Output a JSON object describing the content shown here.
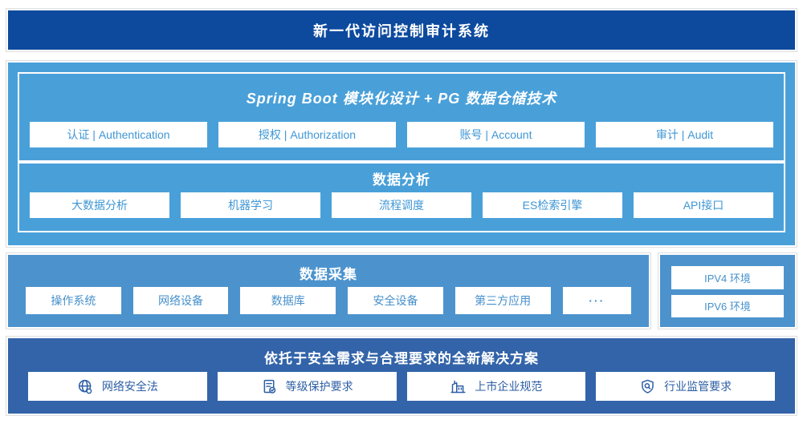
{
  "colors": {
    "banner_bg": "#0D4A9E",
    "platform_bg": "#49A0D9",
    "platform_box_text": "#3E96D5",
    "collection_bg": "#4C93CD",
    "collection_box_text": "#4690CB",
    "solution_bg": "#3364A9",
    "solution_box_text": "#2C5EA4",
    "box_bg": "#FFFFFF"
  },
  "banner": {
    "title": "新一代访问控制审计系统"
  },
  "platform": {
    "title": "Spring Boot 模块化设计 + PG 数据仓储技术",
    "modules": [
      {
        "label": "认证 | Authentication"
      },
      {
        "label": "授权 | Authorization"
      },
      {
        "label": "账号 | Account"
      },
      {
        "label": "审计 | Audit"
      }
    ],
    "analysis": {
      "title": "数据分析",
      "items": [
        {
          "label": "大数据分析"
        },
        {
          "label": "机器学习"
        },
        {
          "label": "流程调度"
        },
        {
          "label": "ES检索引擎"
        },
        {
          "label": "API接口"
        }
      ]
    }
  },
  "collection": {
    "title": "数据采集",
    "sources": [
      {
        "label": "操作系统"
      },
      {
        "label": "网络设备"
      },
      {
        "label": "数据库"
      },
      {
        "label": "安全设备"
      },
      {
        "label": "第三方应用"
      },
      {
        "label": "···"
      }
    ],
    "environments": [
      {
        "label": "IPV4 环境"
      },
      {
        "label": "IPV6 环境"
      }
    ]
  },
  "solution": {
    "title": "依托于安全需求与合理要求的全新解决方案",
    "items": [
      {
        "label": "网络安全法",
        "icon": "globe-icon"
      },
      {
        "label": "等级保护要求",
        "icon": "document-check-icon"
      },
      {
        "label": "上市企业规范",
        "icon": "building-icon"
      },
      {
        "label": "行业监管要求",
        "icon": "shield-search-icon"
      }
    ]
  }
}
